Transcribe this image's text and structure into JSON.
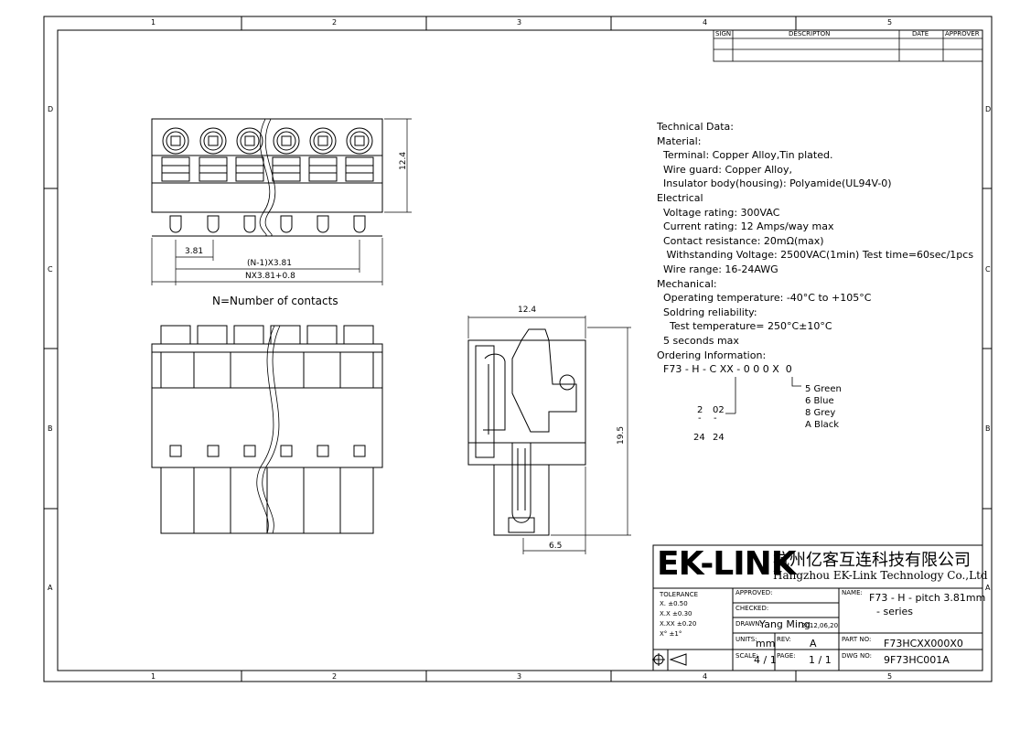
{
  "frame": {
    "top_numbers": [
      "1",
      "2",
      "3",
      "4",
      "5"
    ],
    "bottom_numbers": [
      "1",
      "2",
      "3",
      "4",
      "5"
    ],
    "left_letters": [
      "D",
      "C",
      "B",
      "A"
    ],
    "right_letters": [
      "D",
      "C",
      "B",
      "A"
    ]
  },
  "revision_table": {
    "headers": [
      "SIGN",
      "DESCRIPTON",
      "DATE",
      "APPROVER"
    ]
  },
  "dimensions": {
    "height_124": "12.4",
    "pitch": "3.81",
    "n_minus_1": "(N-1)X3.81",
    "overall": "NX3.81+0.8",
    "note": "N=Number of contacts",
    "side_width": "12.4",
    "side_height": "19.5",
    "side_bottom": "6.5"
  },
  "tech_lines": [
    "Technical Data:",
    "Material:",
    "  Terminal: Copper Alloy,Tin plated.",
    "  Wire guard: Copper Alloy,",
    "  Insulator body(housing): Polyamide(UL94V-0)",
    "Electrical",
    "  Voltage rating: 300VAC",
    "  Current rating: 12 Amps/way max",
    "  Contact resistance: 20mΩ(max)",
    "   Withstanding Voltage: 2500VAC(1min) Test time=60sec/1pcs",
    "  Wire range: 16-24AWG",
    "Mechanical:",
    "  Operating temperature: -40°C to +105°C",
    "  Soldring reliability:",
    "    Test temperature= 250°C±10°C",
    "  5 seconds max",
    "Ordering Information:",
    "  F73 - H - C XX - 0 0 0 X  0"
  ],
  "ordering": {
    "colors": [
      "5  Green",
      "6  Blue",
      "8  Grey",
      "A  Black"
    ],
    "range_a": "2",
    "range_b": "02",
    "range_c": "24",
    "range_d": "24",
    "dash1": "-",
    "dash2": "-"
  },
  "title_block": {
    "logo": "EK-LINK",
    "company_cn": "杭州亿客互连科技有限公司",
    "company_en": "Hangzhou EK-Link Technology Co.,Ltd",
    "tolerance_label": "TOLERANCE",
    "tol_rows": [
      "X.    ±0.50",
      "X.X   ±0.30",
      "X.XX ±0.20",
      "X°     ±1°"
    ],
    "approved": "APPROVED:",
    "checked": "CHECKED:",
    "drawn_label": "DRAWN:",
    "drawn_by": "Yang Ming",
    "drawn_date": "2012,06,20",
    "units_label": "UNITS:",
    "units": "mm",
    "rev_label": "REV:",
    "rev": "A",
    "scale_label": "SCALE:",
    "scale": "4 / 1",
    "page_label": "PAGE:",
    "page": "1 / 1",
    "name_label": "NAME:",
    "name_line1": "F73 - H - pitch 3.81mm",
    "name_line2": "- series",
    "partno_label": "PART NO:",
    "partno": "F73HCXX000X0",
    "dwgno_label": "DWG NO:",
    "dwgno": "9F73HC001A"
  }
}
